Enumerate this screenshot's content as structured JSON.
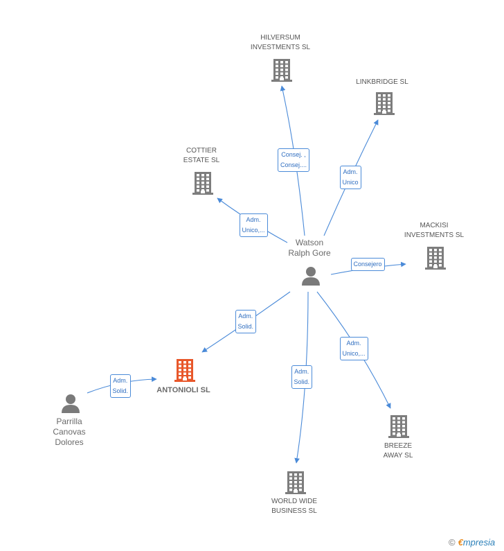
{
  "colors": {
    "edge": "#4a8ad8",
    "company_icon": "#7d7d7d",
    "focus_company_icon": "#e8572a",
    "person_icon": "#7a7a7a",
    "label_text": "#555555",
    "edge_label_text": "#2f6ec0"
  },
  "nodes": [
    {
      "id": "hilversum",
      "kind": "company",
      "label": "HILVERSUM\nINVESTMENTS SL"
    },
    {
      "id": "linkbridge",
      "kind": "company",
      "label": "LINKBRIDGE SL"
    },
    {
      "id": "cottier",
      "kind": "company",
      "label": "COTTIER\nESTATE  SL"
    },
    {
      "id": "mackisi",
      "kind": "company",
      "label": "MACKISI\nINVESTMENTS SL"
    },
    {
      "id": "watson",
      "kind": "person",
      "label": "Watson\nRalph Gore"
    },
    {
      "id": "antonioli",
      "kind": "focus",
      "label": "ANTONIOLI SL"
    },
    {
      "id": "parrilla",
      "kind": "person",
      "label": "Parrilla\nCanovas\nDolores"
    },
    {
      "id": "breeze",
      "kind": "company",
      "label": "BREEZE\nAWAY  SL"
    },
    {
      "id": "worldwide",
      "kind": "company",
      "label": "WORLD WIDE\nBUSINESS SL"
    }
  ],
  "edges": [
    {
      "from": "watson",
      "to": "hilversum",
      "label": "Consej. ,\nConsej...."
    },
    {
      "from": "watson",
      "to": "linkbridge",
      "label": "Adm.\nUnico"
    },
    {
      "from": "watson",
      "to": "cottier",
      "label": "Adm.\nUnico,..."
    },
    {
      "from": "watson",
      "to": "mackisi",
      "label": "Consejero"
    },
    {
      "from": "watson",
      "to": "antonioli",
      "label": "Adm.\nSolid."
    },
    {
      "from": "watson",
      "to": "breeze",
      "label": "Adm.\nUnico,..."
    },
    {
      "from": "watson",
      "to": "worldwide",
      "label": "Adm.\nSolid."
    },
    {
      "from": "parrilla",
      "to": "antonioli",
      "label": "Adm.\nSolid."
    }
  ],
  "footer": {
    "copyright": "©",
    "brand_initial": "€",
    "brand_rest": "mpresia"
  }
}
